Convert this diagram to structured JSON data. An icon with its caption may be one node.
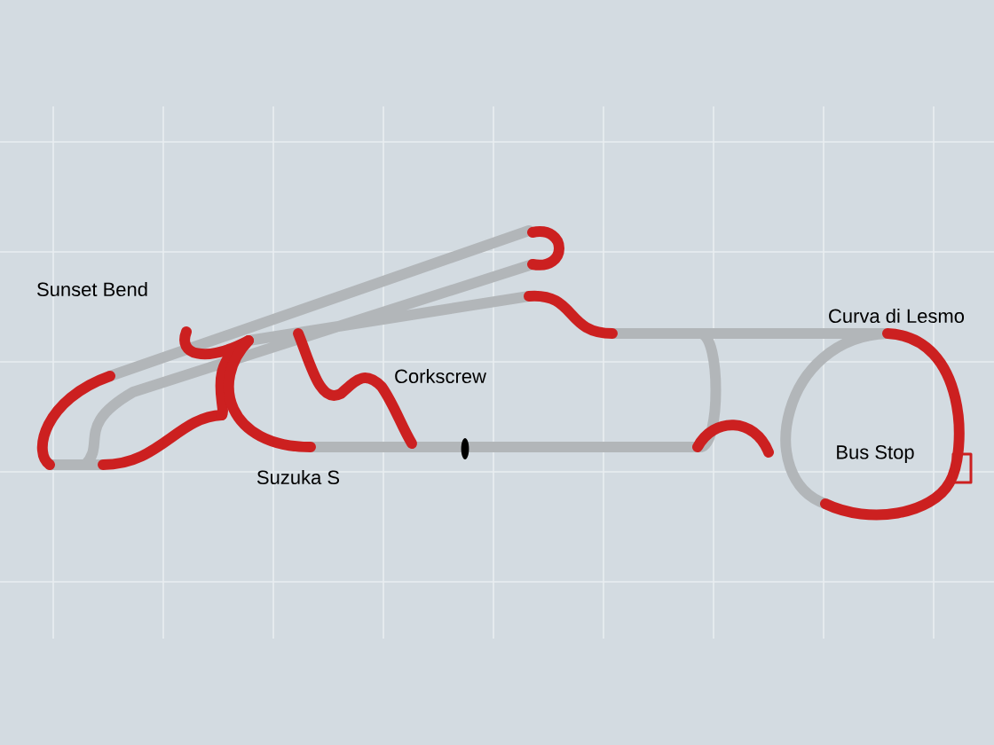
{
  "diagram": {
    "labels": [
      "Sunset Bend",
      "Curva di Lesmo",
      "Corkscrew",
      "Bus Stop",
      "Suzuka S"
    ]
  }
}
